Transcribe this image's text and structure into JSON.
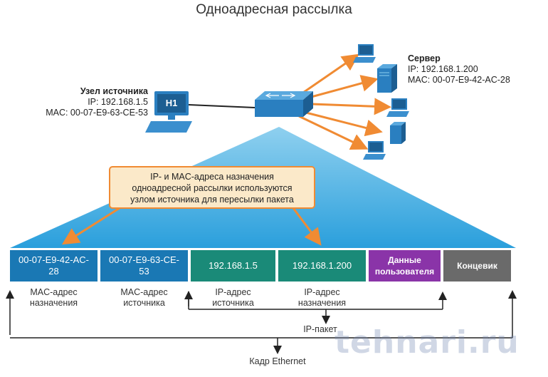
{
  "title": "Одноадресная рассылка",
  "source_host": {
    "heading": "Узел источника",
    "ip": "IP: 192.168.1.5",
    "mac": "MAC: 00-07-E9-63-CE-53",
    "pc_label": "H1"
  },
  "server": {
    "heading": "Сервер",
    "ip": "IP: 192.168.1.200",
    "mac": "MAC: 00-07-E9-42-AC-28"
  },
  "callout": {
    "line1": "IP- и MAC-адреса назначения",
    "line2": "одноадресной рассылки используются",
    "line3": "узлом источника для пересылки пакета"
  },
  "frame_fields": [
    {
      "text1": "00-07-E9-42-AC-",
      "text2": "28",
      "label1": "MAC-адрес",
      "label2": "назначения"
    },
    {
      "text1": "00-07-E9-63-CE-",
      "text2": "53",
      "label1": "MAC-адрес",
      "label2": "источника"
    },
    {
      "text1": "192.168.1.5",
      "text2": "",
      "label1": "IP-адрес",
      "label2": "источника"
    },
    {
      "text1": "192.168.1.200",
      "text2": "",
      "label1": "IP-адрес",
      "label2": "назначения"
    },
    {
      "text1": "Данные",
      "text2": "пользователя",
      "label1": "",
      "label2": ""
    },
    {
      "text1": "Концевик",
      "text2": "",
      "label1": "",
      "label2": ""
    }
  ],
  "ip_packet_label": "IP-пакет",
  "ethernet_frame_label": "Кадр Ethernet",
  "watermark": "tehnari.ru",
  "colors": {
    "mac_field": "#1a78b4",
    "ip_field": "#1a8a78",
    "data_field": "#8a34a8",
    "trailer_field": "#6a6a6a",
    "arrow": "#f08b33",
    "device": "#2a7fc0"
  }
}
